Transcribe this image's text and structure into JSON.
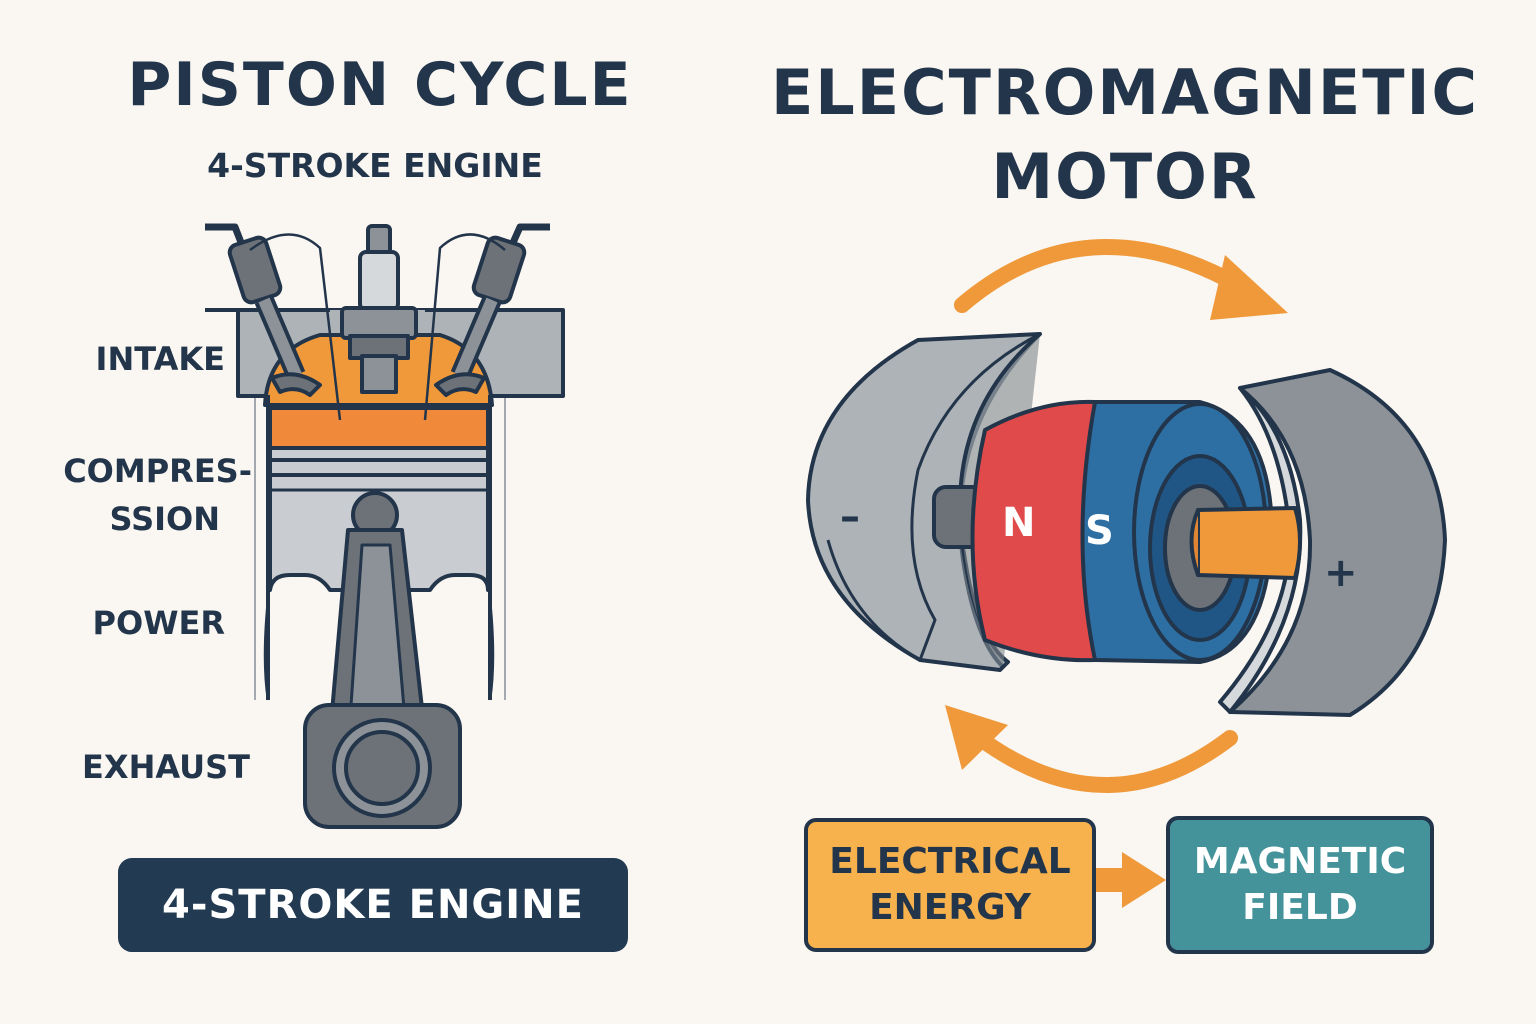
{
  "left": {
    "title": "PISTON CYCLE",
    "subtitle": "4-STROKE ENGINE",
    "stages": {
      "intake": "INTAKE",
      "compression_line1": "COMPRES-",
      "compression_line2": "SSION",
      "power": "POWER",
      "exhaust": "EXHAUST"
    },
    "badge": "4-STROKE ENGINE"
  },
  "right": {
    "title_line1": "ELECTROMAGNETIC",
    "title_line2": "MOTOR",
    "magnet_north": "N",
    "magnet_south": "S",
    "pole_negative": "–",
    "pole_positive": "+",
    "flow": {
      "source_line1": "ELECTRICAL",
      "source_line2": "ENERGY",
      "target_line1": "MAGNETIC",
      "target_line2": "FIELD"
    }
  },
  "colors": {
    "navy": "#23354a",
    "orange": "#f0993a",
    "magnet_red": "#e04a4a",
    "magnet_blue": "#2d6fa3",
    "teal": "#45939a",
    "steel": "#aeb3b8"
  },
  "icons": [
    "piston-icon",
    "spark-plug-icon",
    "valve-icon",
    "connecting-rod-icon",
    "motor-stator-icon",
    "rotor-magnet-icon",
    "rotation-arrow-icon",
    "flow-arrow-icon"
  ]
}
